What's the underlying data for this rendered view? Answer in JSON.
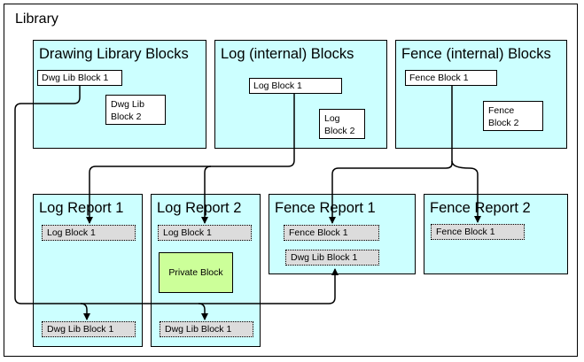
{
  "library": {
    "title": "Library"
  },
  "top_groups": {
    "drawing": {
      "title": "Drawing Library Blocks",
      "block1": "Dwg Lib Block 1",
      "block2": "Dwg Lib Block 2"
    },
    "log": {
      "title": "Log (internal) Blocks",
      "block1": "Log Block 1",
      "block2": "Log Block 2"
    },
    "fence": {
      "title": "Fence (internal) Blocks",
      "block1": "Fence Block 1",
      "block2": "Fence Block 2"
    }
  },
  "reports": {
    "log1": {
      "title": "Log Report 1",
      "ref1": "Log Block 1",
      "ref2": "Dwg Lib Block 1"
    },
    "log2": {
      "title": "Log Report 2",
      "ref1": "Log Block 1",
      "private": "Private Block",
      "ref2": "Dwg Lib Block 1"
    },
    "fence1": {
      "title": "Fence Report 1",
      "ref1": "Fence Block 1",
      "ref2": "Dwg Lib Block 1"
    },
    "fence2": {
      "title": "Fence Report 2",
      "ref1": "Fence Block 1"
    }
  },
  "colors": {
    "group_fill": "#ccffff",
    "reference_fill": "#dcdcdc",
    "private_fill": "#ccff99",
    "line": "#000000"
  }
}
